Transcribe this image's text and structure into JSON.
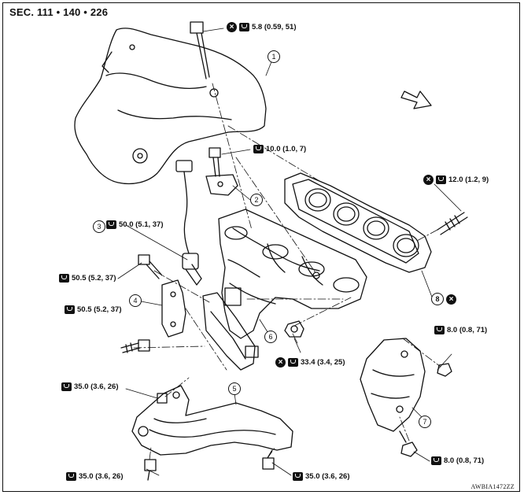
{
  "header": {
    "section": "SEC. 111 • 140 • 226"
  },
  "footer": {
    "code": "AWBIA1472ZZ"
  },
  "torques": {
    "t1": "5.8 (0.59, 51)",
    "t2": "10.0 (1.0, 7)",
    "t3": "50.0 (5.1, 37)",
    "t4": "50.5 (5.2, 37)",
    "t5": "50.5 (5.2, 37)",
    "t6": "12.0 (1.2, 9)",
    "t7": "8.0 (0.8, 71)",
    "t8": "33.4 (3.4, 25)",
    "t9": "35.0 (3.6, 26)",
    "t10": "35.0 (3.6, 26)",
    "t11": "35.0 (3.6, 26)",
    "t12": "8.0 (0.8, 71)"
  },
  "callouts": {
    "c1": "1",
    "c2": "2",
    "c3": "3",
    "c4": "4",
    "c5": "5",
    "c6": "6",
    "c7": "7",
    "c8": "8"
  },
  "symbols": {
    "replace": "×"
  },
  "colors": {
    "ink": "#111111",
    "background": "#ffffff"
  }
}
